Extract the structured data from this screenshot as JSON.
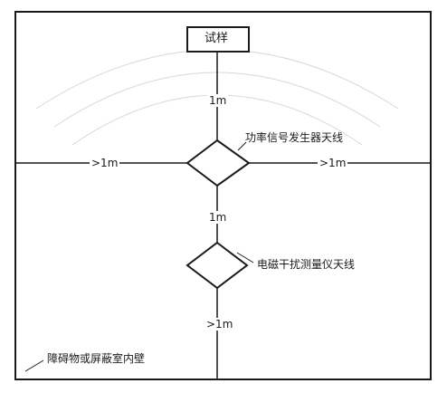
{
  "diagram": {
    "sample_label": "试样",
    "signal_antenna_label": "功率信号发生器天线",
    "receiver_antenna_label": "电磁干扰测量仪天线",
    "obstacle_label": "障碍物或屏蔽室内壁",
    "dist_sample_to_signal": "1m",
    "dist_left": ">1m",
    "dist_right": ">1m",
    "dist_signal_to_receiver": "1m",
    "dist_receiver_to_floor": ">1m"
  }
}
